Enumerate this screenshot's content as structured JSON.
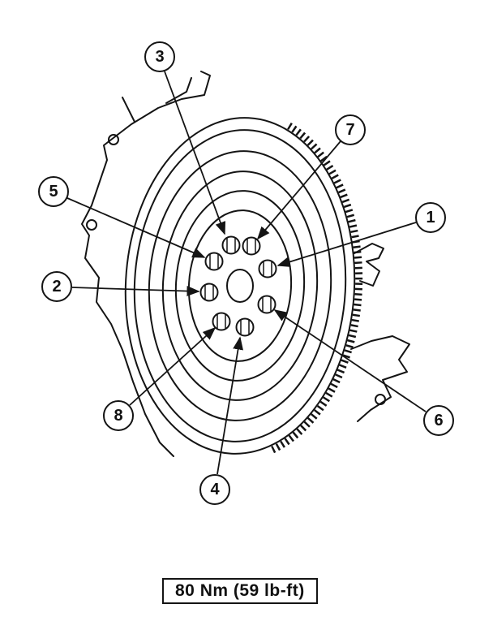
{
  "callouts": [
    {
      "number": "1"
    },
    {
      "number": "2"
    },
    {
      "number": "3"
    },
    {
      "number": "4"
    },
    {
      "number": "5"
    },
    {
      "number": "6"
    },
    {
      "number": "7"
    },
    {
      "number": "8"
    }
  ],
  "torque_label": "80 Nm (59 lb-ft)",
  "colors": {
    "line": "#141414",
    "background": "#ffffff"
  }
}
